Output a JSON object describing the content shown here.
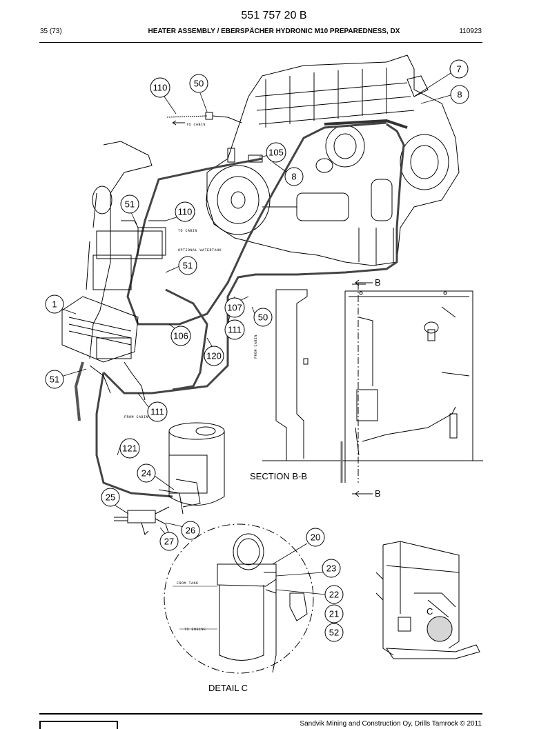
{
  "header": {
    "doc_number": "551 757 20 B",
    "page": "35 (73)",
    "title": "HEATER ASSEMBLY / EBERSPÄCHER HYDRONIC M10 PREPAREDNESS, DX",
    "code": "110923"
  },
  "callouts": [
    "7",
    "8",
    "110",
    "50",
    "105",
    "8",
    "51",
    "110",
    "51",
    "1",
    "107",
    "50",
    "111",
    "106",
    "120",
    "51",
    "111",
    "121",
    "24",
    "25",
    "26",
    "27",
    "20",
    "23",
    "22",
    "21",
    "52"
  ],
  "labels": {
    "section_bb": "SECTION B-B",
    "detail_c": "DETAIL C",
    "b_top": "B",
    "b_bottom": "B",
    "c_marker": "C"
  },
  "drawing_text": {
    "to_cabin_1": "TO CABIN",
    "to_cabin_2": "TO CABIN",
    "optional_watertank": "OPTIONAL WATERTANK",
    "from_cabin_1": "FROM CABIN",
    "from_cabin_2": "FROM CABIN",
    "from_tank": "FROM TANK",
    "to_engine": "TO ENGINE"
  },
  "footer": {
    "copyright": "Sandvik Mining and Construction Oy, Drills Tamrock © 2011"
  }
}
